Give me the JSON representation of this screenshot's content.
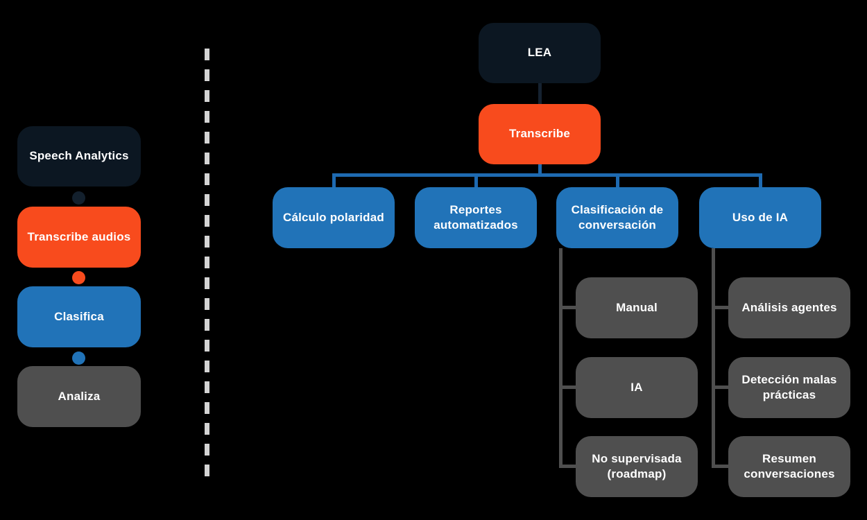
{
  "background": "#000000",
  "colors": {
    "navy": "#0c1722",
    "orange": "#f84b1d",
    "blue": "#2173b8",
    "gray": "#4f4f4f",
    "connector_blue": "#1e6ab1",
    "connector_gray": "#4f4f4f",
    "connector_navy": "#152230",
    "divider_dash": "#d4d4d4",
    "text": "#ffffff"
  },
  "left_flow": {
    "items": [
      {
        "label": "Speech Analytics",
        "color": "#0c1722"
      },
      {
        "label": "Transcribe audios",
        "color": "#f84b1d"
      },
      {
        "label": "Clasifica",
        "color": "#2173b8"
      },
      {
        "label": "Analiza",
        "color": "#4f4f4f"
      }
    ]
  },
  "tree": {
    "root": {
      "label": "LEA",
      "color": "#0c1722"
    },
    "level1": {
      "label": "Transcribe",
      "color": "#f84b1d"
    },
    "level2": [
      {
        "label": "Cálculo polaridad",
        "color": "#2173b8"
      },
      {
        "label": "Reportes automatizados",
        "color": "#2173b8"
      },
      {
        "label": "Clasificación de conversación",
        "color": "#2173b8",
        "children": [
          "Manual",
          "IA",
          "No supervisada (roadmap)"
        ]
      },
      {
        "label": "Uso de IA",
        "color": "#2173b8",
        "children": [
          "Análisis agentes",
          "Detección malas prácticas",
          "Resumen conversaciones"
        ]
      }
    ]
  }
}
